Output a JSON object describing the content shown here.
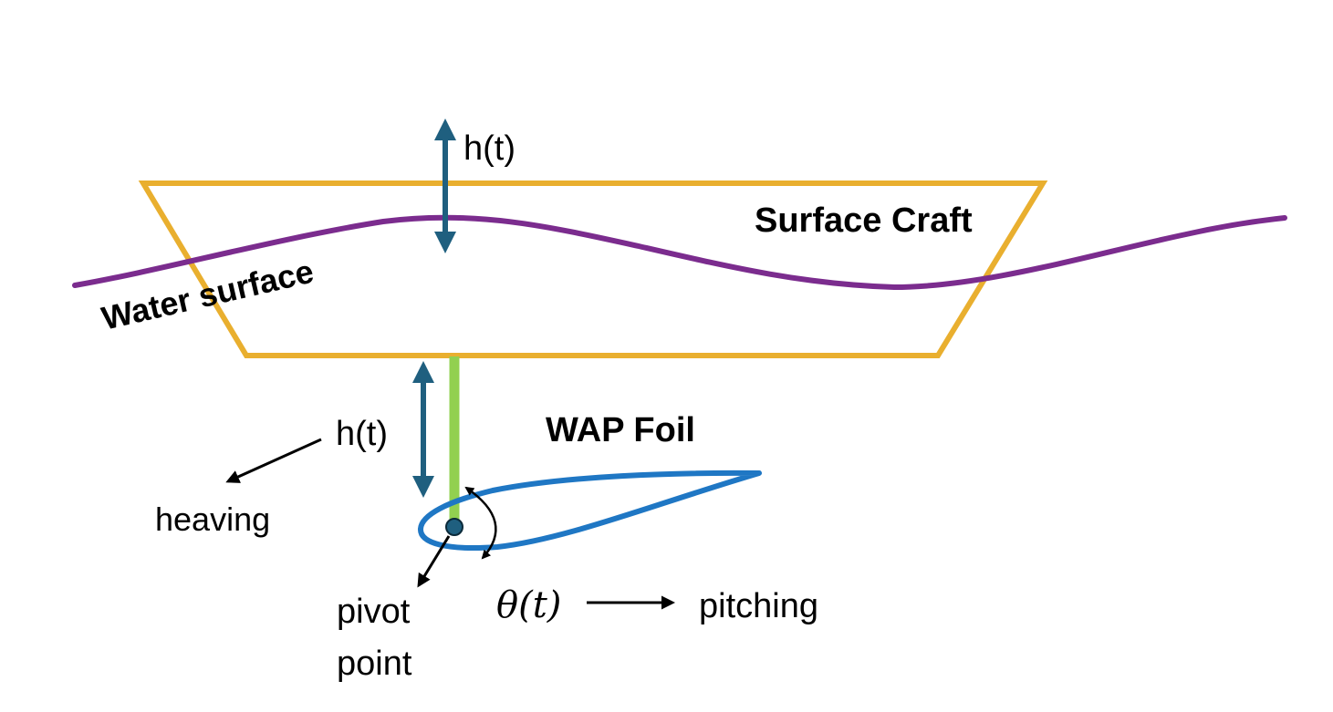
{
  "labels": {
    "heave_top": "h(t)",
    "surface_craft": "Surface Craft",
    "water_surface": "Water surface",
    "heave_side": "h(t)",
    "wap_foil": "WAP Foil",
    "heaving": "heaving",
    "pivot_point_line1": "pivot",
    "pivot_point_line2": "point",
    "theta": "θ(t)",
    "pitching": "pitching"
  },
  "colors": {
    "craft_outline": "#E9AF2F",
    "water_surface": "#7B2C8E",
    "heave_arrow": "#1F5F7F",
    "strut": "#92D050",
    "foil": "#1F77C4",
    "pivot_fill": "#1F5F7F",
    "annotation": "#000000"
  }
}
